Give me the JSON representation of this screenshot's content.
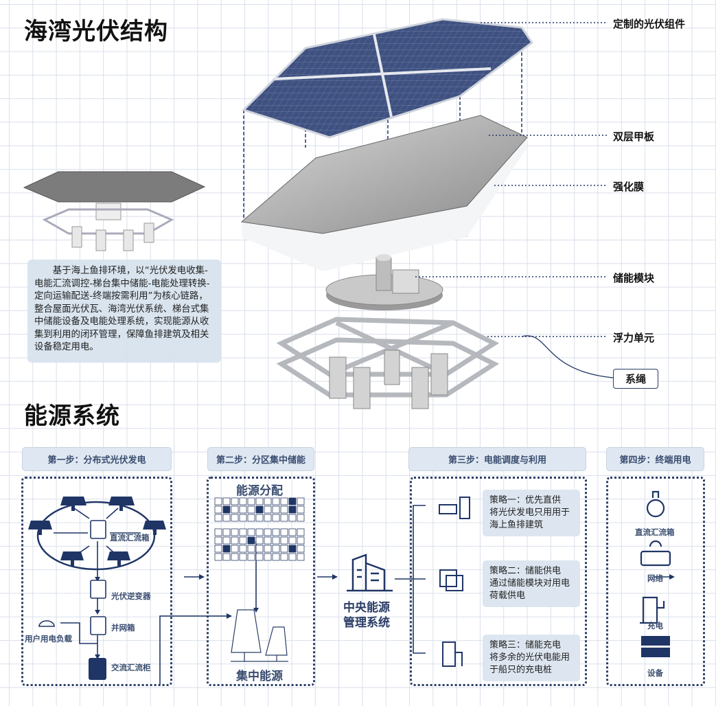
{
  "structure": {
    "title": "海湾光伏结构",
    "intro": "基于海上鱼排环境，以“光伏发电收集-电能汇流调控-梯台集中储能-电能处理转换-定向运输配送-终端按需利用”为核心链路，整合屋面光伏瓦、海湾光伏系统、梯台式集中储能设备及电能处理系统，实现能源从收集到利用的闭环管理，保障鱼排建筑及相关设备稳定用电。",
    "labels": {
      "pv": "定制的光伏组件",
      "deck": "双层甲板",
      "film": "强化膜",
      "storage": "储能模块",
      "float": "浮力单元",
      "tether": "系绳"
    }
  },
  "energy": {
    "title": "能源系统",
    "step1": {
      "header": "第一步：分布式光伏发电",
      "dc_box": "直流汇流箱",
      "inverter": "光伏逆变器",
      "grid_box": "并网箱",
      "user_load": "用户用电负载",
      "ac_cabinet": "交流汇流柜"
    },
    "step2": {
      "header": "第二步：分区集中储能",
      "distribution": "能源分配",
      "central": "集中能源"
    },
    "center": {
      "line1": "中央能源",
      "line2": "管理系统"
    },
    "step3": {
      "header": "第三步：电能调度与利用",
      "strategies": [
        {
          "title": "策略一：优先直供",
          "body": "将光伏发电只用用于海上鱼排建筑"
        },
        {
          "title": "策略二：储能供电",
          "body": "通过储能模块对用电荷载供电"
        },
        {
          "title": "策略三：储能充电",
          "body": "将多余的光伏电能用于船只的充电桩"
        }
      ]
    },
    "step4": {
      "header": "第四步：终端用电",
      "items": [
        "直流汇流箱",
        "网络",
        "充电",
        "设备"
      ]
    }
  },
  "colors": {
    "navy": "#1f3566",
    "panel": "#3d4f7a",
    "light": "#dde6f0"
  }
}
